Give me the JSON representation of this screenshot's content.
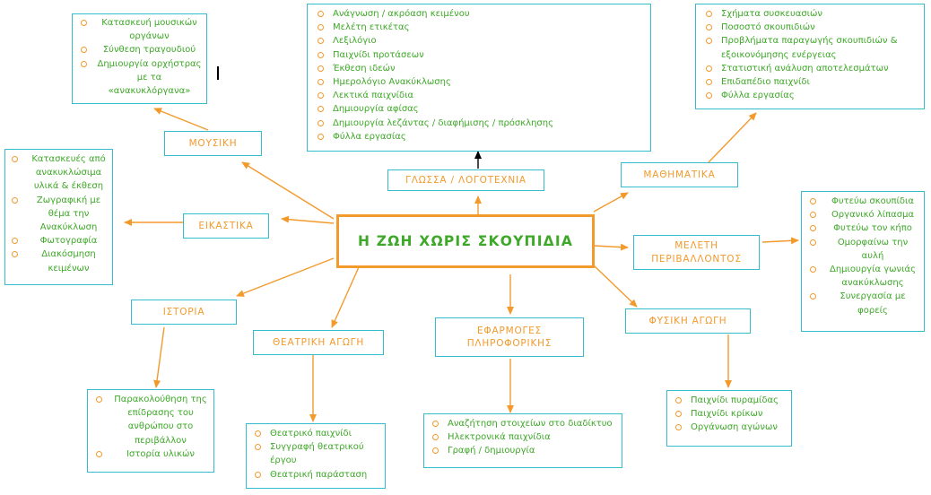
{
  "center": "Η ΖΩΗ ΧΩΡΙΣ ΣΚΟΥΠΙΔΙΑ",
  "branches": {
    "mousiki": {
      "label": "ΜΟΥΣΙΚΗ",
      "items": [
        "Κατασκευή μουσικών οργάνων",
        "Σύνθεση τραγουδιού",
        "Δημιουργία ορχήστρας με τα «ανακυκλόργανα»"
      ]
    },
    "glossa": {
      "label": "ΓΛΩΣΣΑ / ΛΟΓΟΤΕΧΝΙΑ",
      "items": [
        "Ανάγνωση / ακρόαση κειμένου",
        "Μελέτη ετικέτας",
        "Λεξιλόγιο",
        "Παιχνίδι προτάσεων",
        "Έκθεση ιδεών",
        "Ημερολόγιο Ανακύκλωσης",
        "Λεκτικά παιχνίδια",
        "Δημιουργία αφίσας",
        "Δημιουργία λεζάντας / διαφήμισης  / πρόσκλησης",
        "Φύλλα εργασίας"
      ]
    },
    "mathimatika": {
      "label": "ΜΑΘΗΜΑΤΙΚΑ",
      "items": [
        "Σχήματα συσκευασιών",
        "Ποσοστό σκουπιδιών",
        "Προβλήματα παραγωγής σκουπιδιών & εξοικονόμησης ενέργειας",
        "Στατιστική ανάλυση αποτελεσμάτων",
        "Επιδαπέδιο παιχνίδι",
        "Φύλλα εργασίας"
      ]
    },
    "eikastika": {
      "label": "ΕΙΚΑΣΤΙΚΑ",
      "items": [
        "Κατασκευές από ανακυκλώσιμα υλικά & έκθεση",
        "Ζωγραφική με θέμα την Ανακύκλωση",
        "Φωτογραφία",
        "Διακόσμηση κειμένων"
      ]
    },
    "meleti": {
      "label": "ΜΕΛΕΤΗ ΠΕΡΙΒΑΛΛΟΝΤΟΣ",
      "items": [
        "Φυτεύω σκουπίδια",
        "Οργανικό λίπασμα",
        "Φυτεύω τον κήπο",
        "Ομορφαίνω την αυλή",
        "Δημιουργία γωνιάς ανακύκλωσης",
        "Συνεργασία με φορείς"
      ]
    },
    "istoria": {
      "label": "ΙΣΤΟΡΙΑ",
      "items": [
        "Παρακολούθηση της επίδρασης του ανθρώπου στο περιβάλλον",
        "Ιστορία υλικών"
      ]
    },
    "theatriki": {
      "label": "ΘΕΑΤΡΙΚΗ ΑΓΩΓΗ",
      "items": [
        "Θεατρικό παιχνίδι",
        "Συγγραφή θεατρικού έργου",
        "Θεατρική παράσταση"
      ]
    },
    "pliroforiki": {
      "label": "ΕΦΑΡΜΟΓΕΣ ΠΛΗΡΟΦΟΡΙΚΗΣ",
      "items": [
        "Αναζήτηση στοιχείων στο διαδίκτυο",
        "Ηλεκτρονικά παιχνίδια",
        "Γραφή / δημιουργία"
      ]
    },
    "fysiki": {
      "label": "ΦΥΣΙΚΗ ΑΓΩΓΗ",
      "items": [
        "Παιχνίδι πυραμίδας",
        "Παιχνίδι κρίκων",
        "Οργάνωση αγώνων"
      ]
    }
  }
}
